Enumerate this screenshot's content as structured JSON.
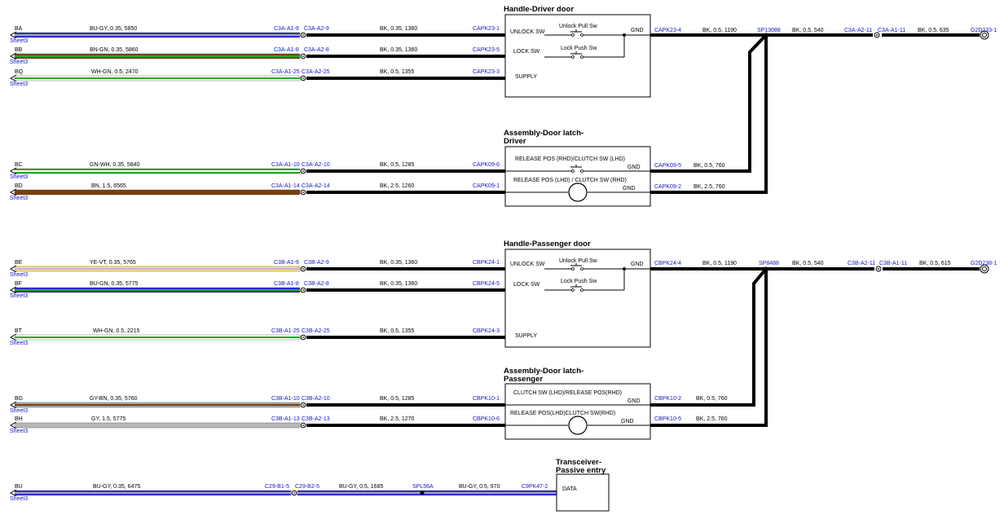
{
  "sheet_ref": "Sheet3",
  "components": {
    "handle_driver": {
      "title": "Handle-Driver door",
      "pins": [
        "UNLOCK SW",
        "LOCK SW",
        "SUPPLY"
      ],
      "switch1": "Unlock Pull Sw",
      "switch2": "Lock Push Sw",
      "gnd": "GND"
    },
    "latch_driver": {
      "title_1": "Assembly-Door latch-",
      "title_2": "Driver",
      "pin1": "RELEASE POS (RHD)/CLUTCH SW (LHD)",
      "pin2": "RELEASE POS (LHD) / CLUTCH SW (RHD)",
      "gnd1": "GND",
      "gnd2": "GND"
    },
    "handle_passenger": {
      "title": "Handle-Passenger door",
      "pins": [
        "UNLOCK SW",
        "LOCK SW",
        "SUPPLY"
      ],
      "switch1": "Unlock Pull Sw",
      "switch2": "Lock Push Sw",
      "gnd": "GND"
    },
    "latch_passenger": {
      "title_1": "Assembly-Door latch-",
      "title_2": "Passenger",
      "pin1": "CLUTCH SW (LHD)/RELEASE POS(RHD)",
      "pin2": "RELEASE POS(LHD)CLUTCH SW(RHD)",
      "gnd1": "GND",
      "gnd2": "GND"
    },
    "transceiver": {
      "title_1": "Transceiver-",
      "title_2": "Passive entry",
      "pin": "DATA"
    }
  },
  "circuits": [
    {
      "id": "BA",
      "wire": "BU-GY, 0.35, 5850",
      "conn_a": "C3A-A1-9",
      "conn_b": "C3A-A2-9",
      "wire2": "BK, 0.35, 1360",
      "pin": "CAPK23-1"
    },
    {
      "id": "BB",
      "wire": "BN-GN, 0.35, 5860",
      "conn_a": "C3A-A1-8",
      "conn_b": "C3A-A2-8",
      "wire2": "BK, 0.35, 1360",
      "pin": "CAPK23-5"
    },
    {
      "id": "BQ",
      "wire": "WH-GN, 0.5, 2470",
      "conn_a": "C3A-A1-25",
      "conn_b": "C3A-A2-25",
      "wire2": "BK, 0.5, 1355",
      "pin": "CAPK23-3"
    },
    {
      "id": "BC",
      "wire": "GN-WH, 0.35, 5840",
      "conn_a": "C3A-A1-10",
      "conn_b": "C3A-A2-10",
      "wire2": "BK, 0.5, 1285",
      "pin": "CAPK09-6"
    },
    {
      "id": "BD",
      "wire": "BN, 1.5, 6565",
      "conn_a": "C3A-A1-14",
      "conn_b": "C3A-A2-14",
      "wire2": "BK, 2.5, 1260",
      "pin": "CAPK09-1"
    },
    {
      "id": "BE",
      "wire": "YE-VT, 0.35, 5765",
      "conn_a": "C3B-A1-9",
      "conn_b": "C3B-A2-9",
      "wire2": "BK, 0.35, 1360",
      "pin": "CBPK24-1"
    },
    {
      "id": "BF",
      "wire": "BU-GN, 0.35, 5775",
      "conn_a": "C3B-A1-8",
      "conn_b": "C3B-A2-8",
      "wire2": "BK, 0.35, 1360",
      "pin": "CBPK24-5"
    },
    {
      "id": "BT",
      "wire": "WH-GN, 0.5, 2215",
      "conn_a": "C3B-A1-25",
      "conn_b": "C3B-A2-25",
      "wire2": "BK, 0.5, 1355",
      "pin": "CBPK24-3"
    },
    {
      "id": "BG",
      "wire": "GY-BN, 0.35, 5760",
      "conn_a": "C3B-A1-10",
      "conn_b": "C3B-A2-10",
      "wire2": "BK, 0.5, 1285",
      "pin": "CBPK10-1"
    },
    {
      "id": "BH",
      "wire": "GY, 1.5, 5775",
      "conn_a": "C3B-A1-13",
      "conn_b": "C3B-A2-13",
      "wire2": "BK, 2.5, 1270",
      "pin": "CBPK10-6"
    },
    {
      "id": "BU",
      "wire": "BU-GY, 0.35, 6475",
      "conn_a": "C29-B1-5",
      "conn_b": "C29-B2-5",
      "wire2": "BU-GY, 0.5, 1685",
      "splice": "SPL56A",
      "wire3": "BU-GY, 0.5, 970",
      "pin": "C9PK47-2"
    }
  ],
  "ground_driver": {
    "pin": "CAPK23-4",
    "wire1": "BK, 0.5, 1190",
    "splice": "SP13088",
    "wire2": "BK, 0.5, 540",
    "conn_a": "C3A-A2-11",
    "conn_b": "C3A-A1-11",
    "wire3": "BK, 0.5, 635",
    "ground": "G2D233-1",
    "latch_pin1": "CAPK09-5",
    "latch_wire1": "BK, 0.5, 760",
    "latch_pin2": "CAPK09-2",
    "latch_wire2": "BK, 2.5, 760"
  },
  "ground_passenger": {
    "pin": "CBPK24-4",
    "wire1": "BK, 0.5, 1190",
    "splice": "SP8488",
    "wire2": "BK, 0.5, 540",
    "conn_a": "C3B-A2-11",
    "conn_b": "C3B-A1-11",
    "wire3": "BK, 0.5, 615",
    "ground": "G2D238-1",
    "latch_pin1": "CBPK10-2",
    "latch_wire1": "BK, 0.5, 760",
    "latch_pin2": "CBPK10-5",
    "latch_wire2": "BK, 2.5, 760"
  },
  "colors": {
    "BA": [
      "#2b2bd6",
      "#a8a8a8"
    ],
    "BB": [
      "#6b4a12",
      "#22aa22"
    ],
    "BQ": [
      "#ffffff",
      "#22aa22"
    ],
    "BC": [
      "#22aa22",
      "#ffffff"
    ],
    "BD": [
      "#7a3f0a",
      "#7a3f0a"
    ],
    "BE": [
      "#f2e88a",
      "#d8a4e0"
    ],
    "BF": [
      "#2b2bd6",
      "#22aa22"
    ],
    "BT": [
      "#ffffff",
      "#22aa22"
    ],
    "BG": [
      "#a8a8a8",
      "#7a3f0a"
    ],
    "BH": [
      "#b8b8b8",
      "#b8b8b8"
    ],
    "BU": [
      "#2b2bd6",
      "#a8a8a8"
    ]
  }
}
